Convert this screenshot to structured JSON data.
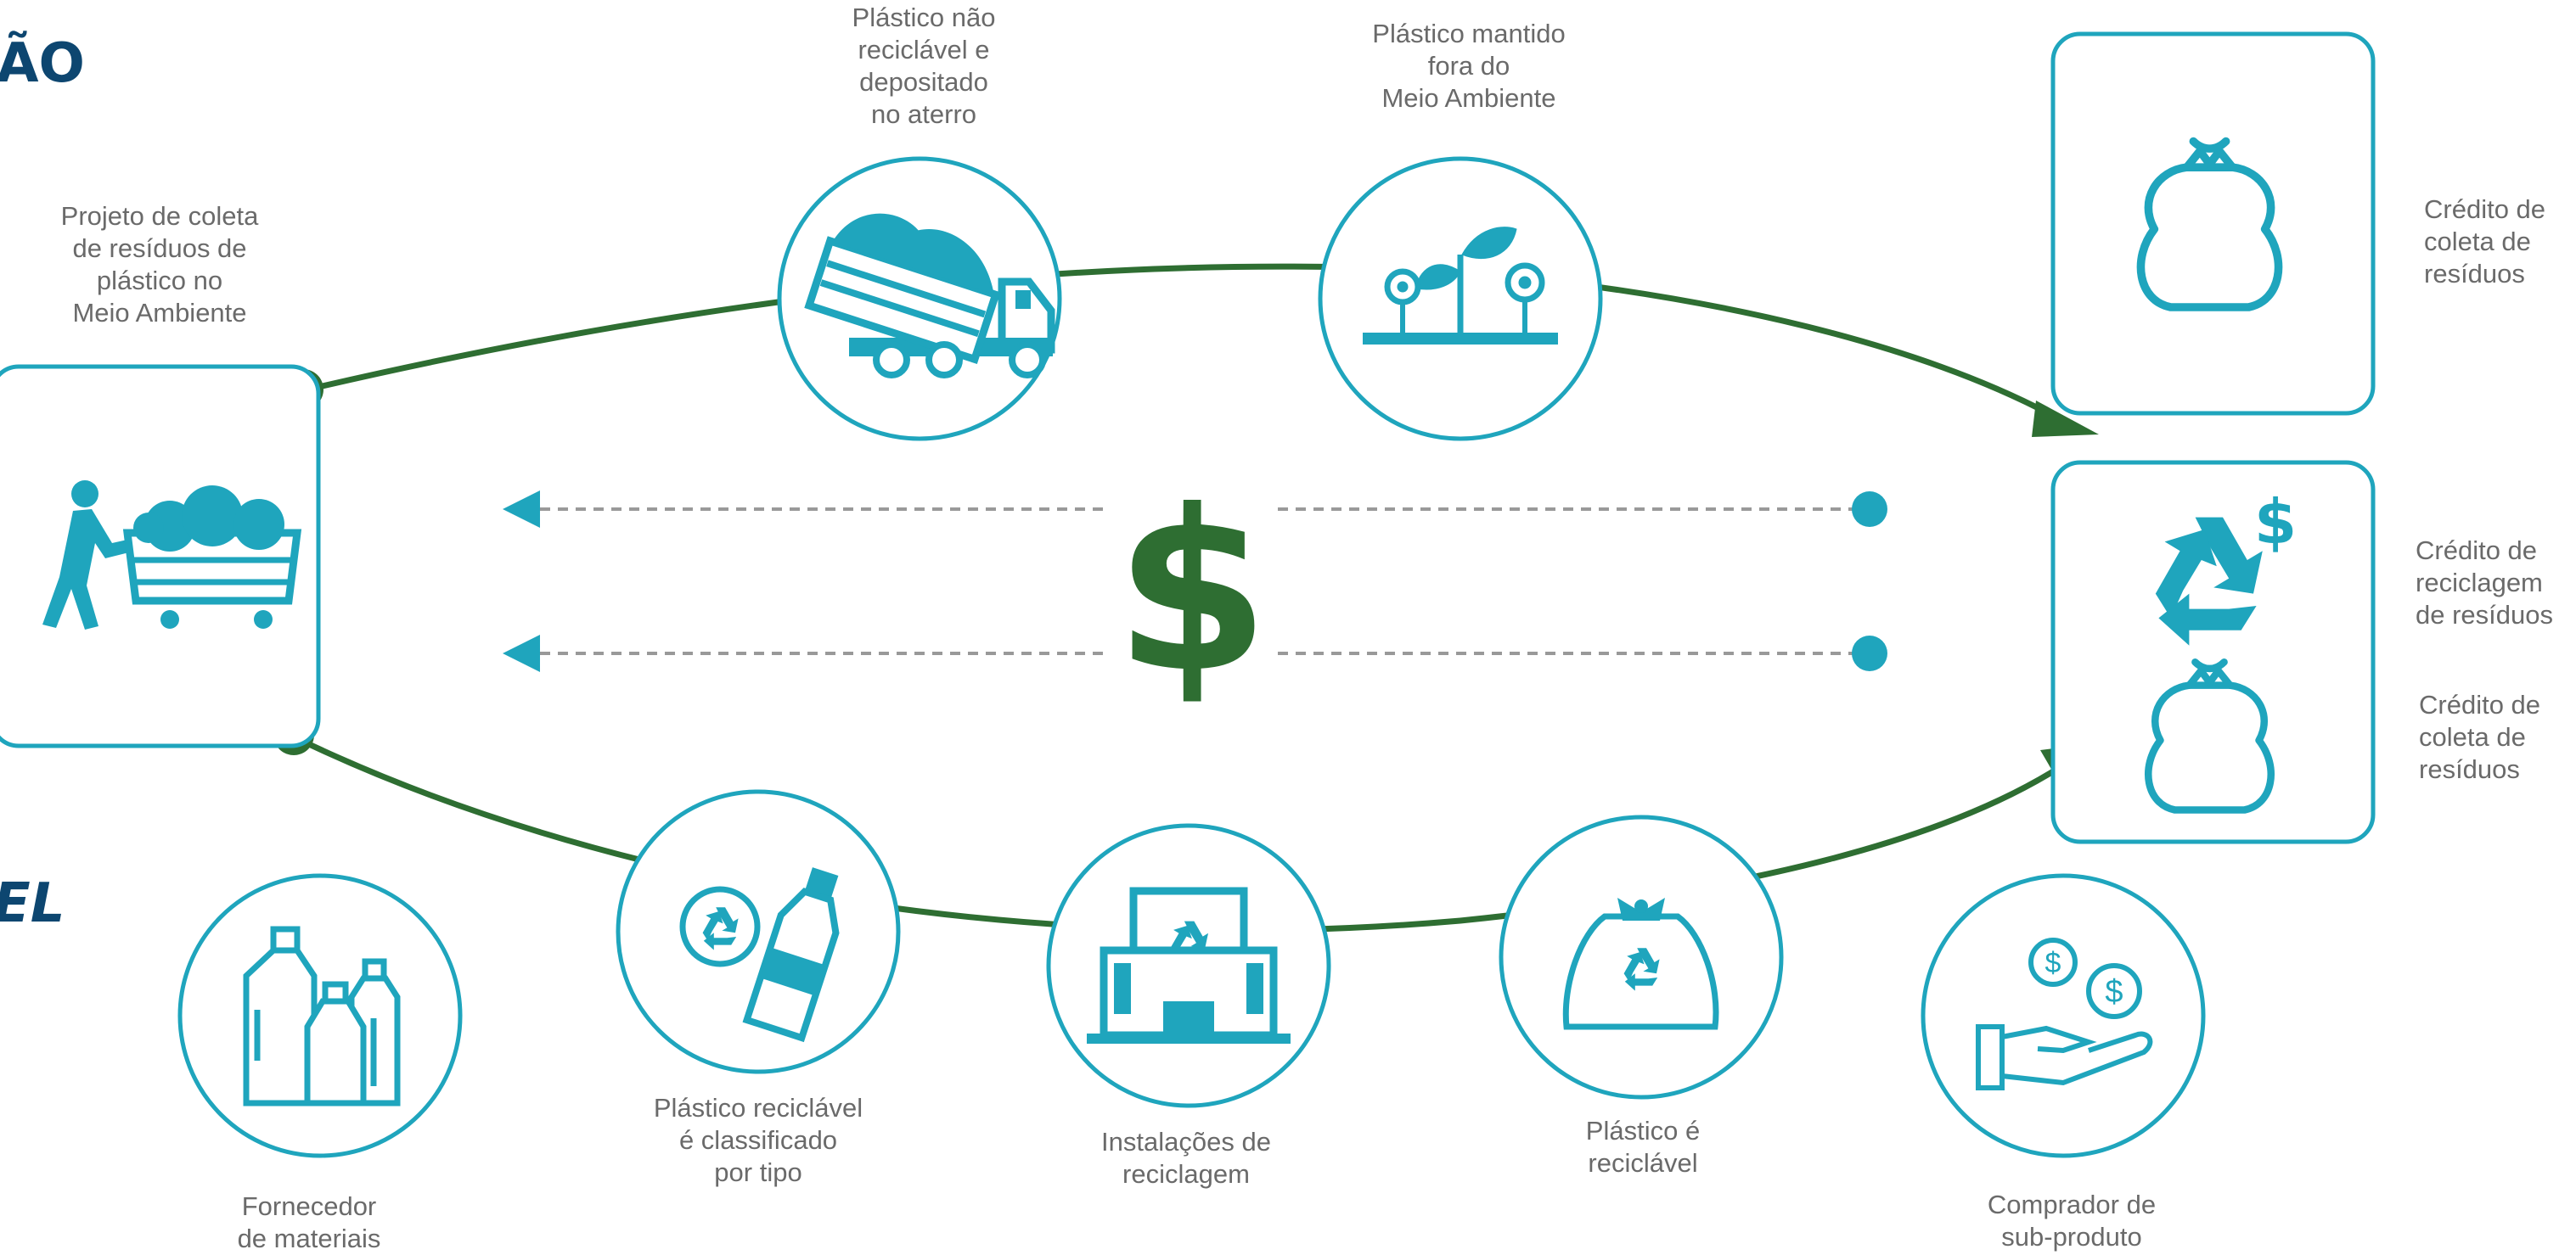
{
  "headings": {
    "top_fragment": "ÃO",
    "bottom_fragment": "EL"
  },
  "center_symbol": "$",
  "nodes": {
    "collection_project": "Projeto de coleta\nde resíduos de\nplástico no\nMeio Ambiente",
    "landfill": "Plástico não\nreciclável e\ndepositado\nno aterro",
    "kept_out": "Plástico mantido\nfora do\nMeio Ambiente",
    "sorted": "Plástico reciclável\né classificado\npor tipo",
    "recycling_facilities": "Instalações de\nreciclagem",
    "recyclable": "Plástico é\nreciclável",
    "supplier": "Fornecedor\nde materiais",
    "buyer": "Comprador de\nsub-produto"
  },
  "credits": {
    "collection_credit_top": "Crédito de\ncoleta de\nresíduos",
    "recycling_credit": "Crédito de\nreciclagem\nde resíduos",
    "collection_credit_bottom": "Crédito de\ncoleta de\nresíduos"
  },
  "colors": {
    "teal": "#1fa5bd",
    "green": "#2e6e32",
    "navy": "#0d4670",
    "text": "#6a6a6a",
    "dash": "#999999"
  },
  "icons": {
    "collection_project": "cart-with-waste-icon",
    "landfill": "dump-truck-icon",
    "kept_out": "plants-icon",
    "sorted": "bottle-recycle-icon",
    "recycling_facilities": "recycling-building-icon",
    "recyclable": "recycle-bag-icon",
    "supplier": "bottles-icon",
    "buyer": "hand-coins-icon",
    "credit_collection": "garbage-bag-icon",
    "credit_recycling": "recycle-dollar-icon"
  }
}
